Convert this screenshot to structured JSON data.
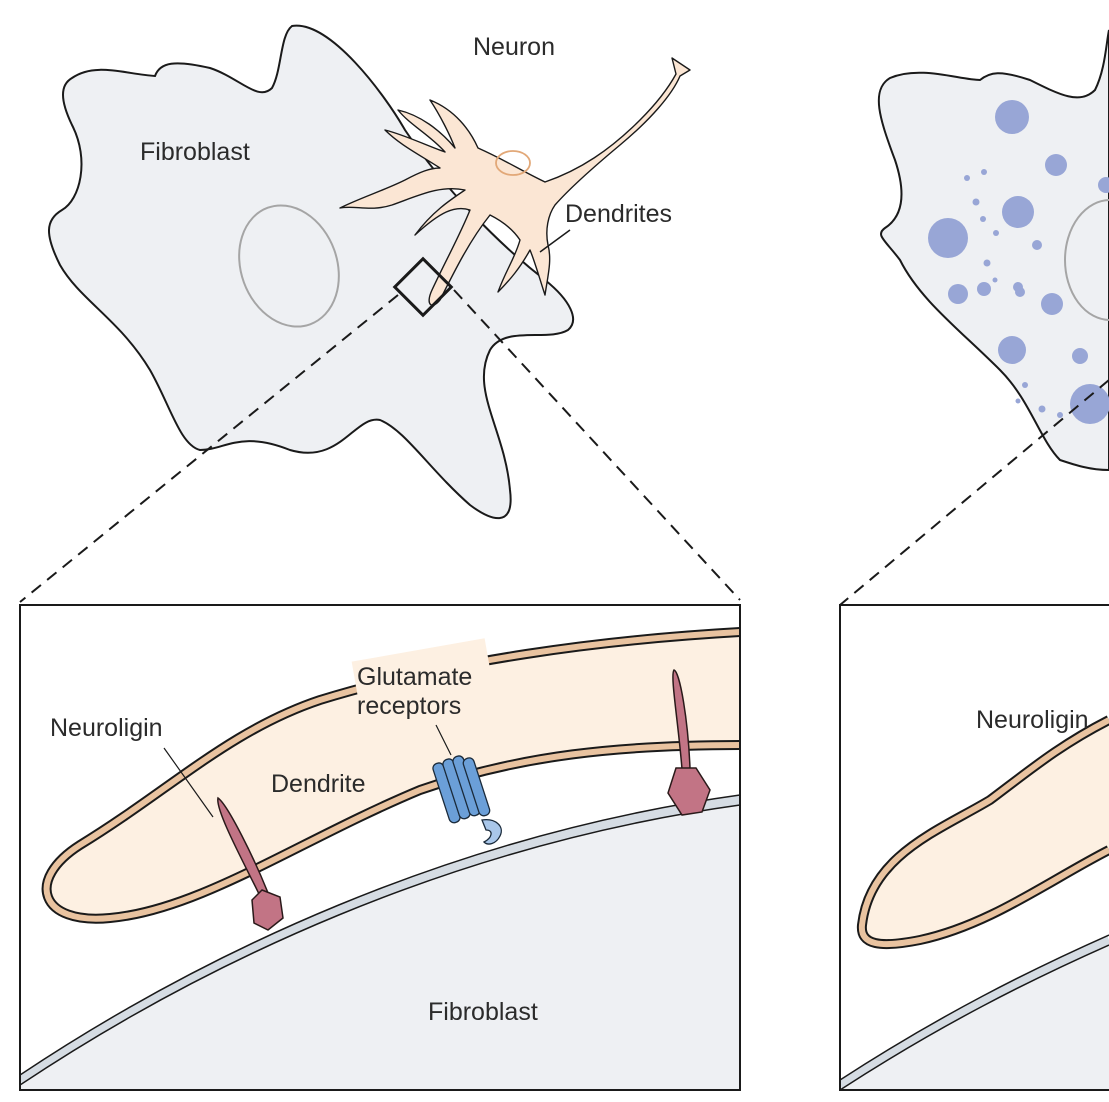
{
  "panels": {
    "left": {
      "overview": {
        "fibroblast_label": "Fibroblast",
        "neuron_label": "Neuron",
        "dendrites_label": "Dendrites"
      },
      "inset": {
        "neuroligin_label": "Neuroligin",
        "glutamate_label_line1": "Glutamate",
        "glutamate_label_line2": "receptors",
        "dendrite_label": "Dendrite",
        "fibroblast_label": "Fibroblast"
      }
    },
    "right": {
      "inset": {
        "neuroligin_label": "Neuroligin"
      }
    }
  },
  "colors": {
    "fibroblast_fill": "#eef0f3",
    "neuron_fill": "#fbe6d4",
    "dendrite_fill": "#fdf0e2",
    "membrane": "#e9c3a0",
    "neuroligin": "#c27485",
    "receptor": "#6b9fd8",
    "puncta": "#98a6d6",
    "nucleus_stroke": "#a5a5a5",
    "fibroblast_membrane": "#d5dce3"
  }
}
